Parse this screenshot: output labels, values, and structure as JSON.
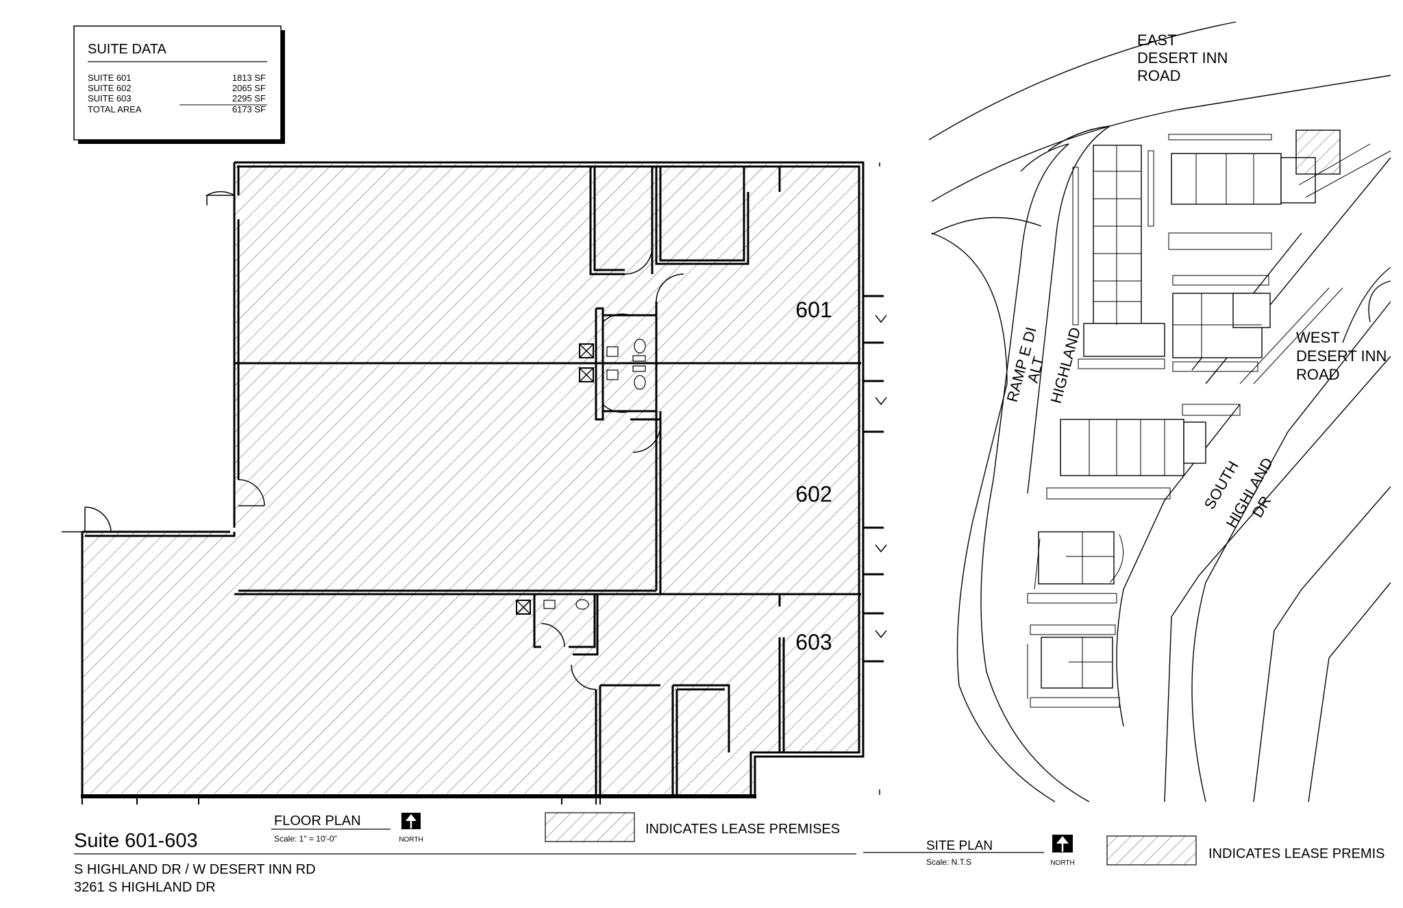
{
  "suite_data": {
    "title": "SUITE DATA",
    "rows": [
      {
        "label": "SUITE  601",
        "area": "1813  SF"
      },
      {
        "label": "SUITE  602",
        "area": "2065  SF"
      },
      {
        "label": "SUITE  603",
        "area": "2295  SF"
      },
      {
        "label": "TOTAL  AREA",
        "area": "6173  SF"
      }
    ]
  },
  "floor_plan": {
    "title": "FLOOR PLAN",
    "scale": "Scale:  1\"  =  10'-0\"",
    "north": "NORTH",
    "suites": [
      "601",
      "602",
      "603"
    ]
  },
  "legend": {
    "text": "INDICATES LEASE PREMISES"
  },
  "site_plan": {
    "title": "SITE PLAN",
    "scale": "Scale:   N.T.S",
    "north": "NORTH",
    "legend_text": "INDICATES LEASE PREMIS",
    "roads": {
      "east_desert_inn": [
        "EAST",
        "DESERT INN",
        "ROAD"
      ],
      "west_desert_inn": [
        "WEST",
        "DESERT INN",
        "ROAD"
      ],
      "ramp": [
        "RAMP E DI",
        "ALT",
        "HIGHLAND"
      ],
      "south_highland": [
        "SOUTH",
        "HIGHLAND",
        "DR"
      ]
    }
  },
  "footer": {
    "title": "Suite 601-603",
    "line1": "S HIGHLAND DR / W DESERT INN RD",
    "line2": "3261 S HIGHLAND DR"
  }
}
